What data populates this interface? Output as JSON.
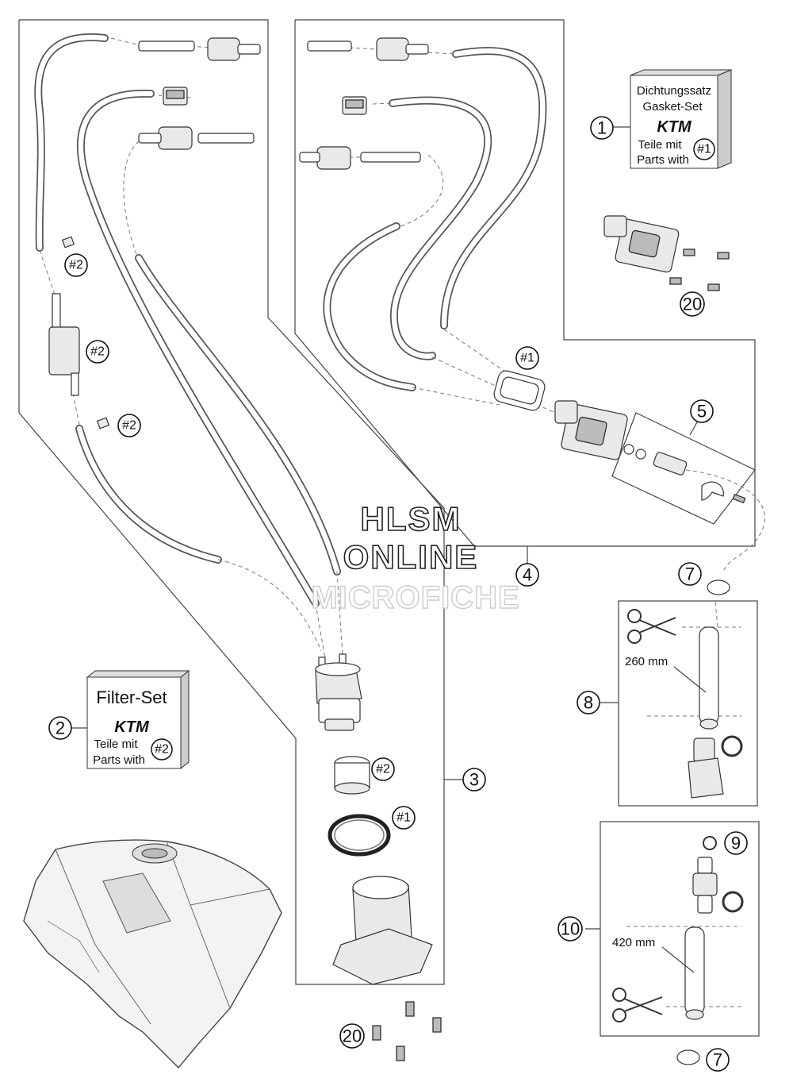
{
  "watermark": {
    "line1": "HLSM",
    "line2": "ONLINE",
    "line3": "MICROFICHE"
  },
  "callouts": [
    {
      "id": "c1",
      "label": "1"
    },
    {
      "id": "c2",
      "label": "2"
    },
    {
      "id": "c3",
      "label": "3"
    },
    {
      "id": "c4",
      "label": "4"
    },
    {
      "id": "c5",
      "label": "5"
    },
    {
      "id": "c7a",
      "label": "7"
    },
    {
      "id": "c7b",
      "label": "7"
    },
    {
      "id": "c8",
      "label": "8"
    },
    {
      "id": "c9",
      "label": "9"
    },
    {
      "id": "c10",
      "label": "10"
    },
    {
      "id": "c20a",
      "label": "20"
    },
    {
      "id": "c20b",
      "label": "20"
    }
  ],
  "tags": [
    {
      "id": "t2a",
      "label": "#2"
    },
    {
      "id": "t2b",
      "label": "#2"
    },
    {
      "id": "t2c",
      "label": "#2"
    },
    {
      "id": "t1a",
      "label": "#1"
    },
    {
      "id": "t2d",
      "label": "#2"
    },
    {
      "id": "t1b",
      "label": "#1"
    }
  ],
  "gasket_set": {
    "line1": "Dichtungssatz",
    "line2": "Gasket-Set",
    "brand": "KTM",
    "line3": "Teile mit",
    "line4": "Parts with",
    "tag": "#1"
  },
  "filter_set": {
    "title": "Filter-Set",
    "brand": "KTM",
    "line1": "Teile mit",
    "line2": "Parts with",
    "tag": "#2"
  },
  "dimensions": {
    "d8": "260 mm",
    "d10": "420 mm"
  }
}
